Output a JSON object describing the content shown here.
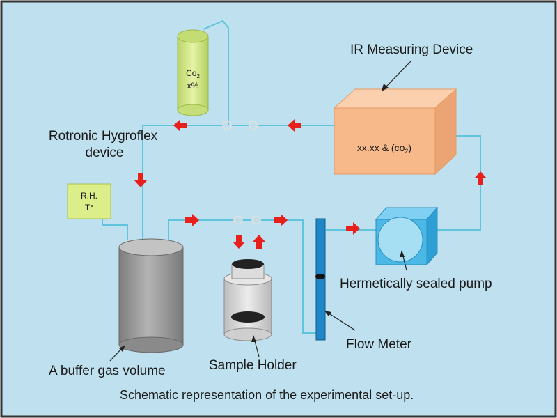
{
  "colors": {
    "background": "#bfe0ee",
    "frame": "#333333",
    "pipe": "#5fc4dc",
    "arrow": "#e8201c",
    "ir_box": "#f7b98a",
    "cylinder": "#d3ea8a",
    "rh_box": "#dcee8a",
    "buffer_tank": "#9a9a9a",
    "pump": "#4bb8e6",
    "flow_meter": "#1f87c8",
    "sample_holder": "#d6d6d6"
  },
  "labels": {
    "ir_device": "IR Measuring Device",
    "ir_reading_main": "xx.xx & (co",
    "ir_reading_sub": "2",
    "ir_reading_close": ")",
    "cylinder_line1_main": "Co",
    "cylinder_line1_sub": "2",
    "cylinder_line2": "x%",
    "rotronic_line1": "Rotronic Hygroflex",
    "rotronic_line2": "device",
    "rh_line1": "R.H.",
    "rh_line2": "T°",
    "buffer": "A buffer gas volume",
    "sample_holder": "Sample Holder",
    "flow_meter": "Flow Meter",
    "pump": "Hermetically sealed pump",
    "caption": "Schematic representation of the experimental set-up."
  }
}
